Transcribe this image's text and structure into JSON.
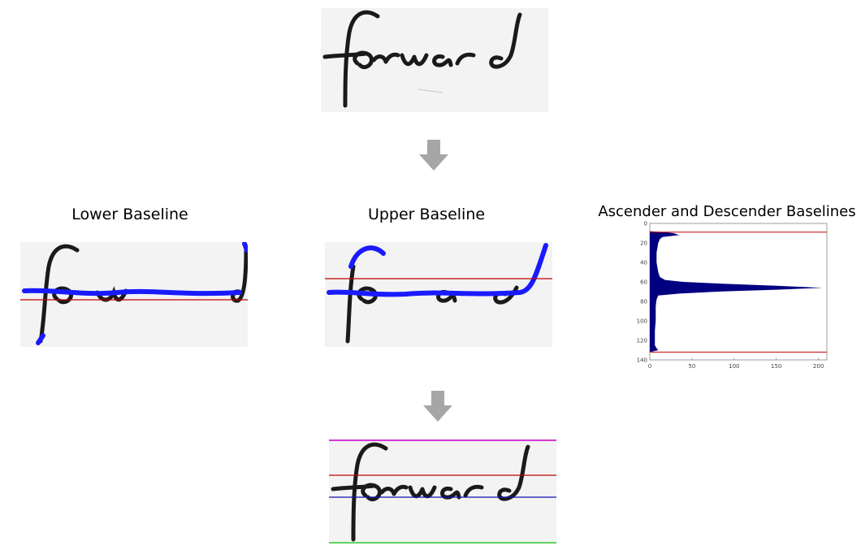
{
  "word": "forward",
  "captions": {
    "lower": "Lower Baseline",
    "upper": "Upper Baseline",
    "ascdesc": "Ascender and Descender Baselines"
  },
  "colors": {
    "ink": "#1a1a1a",
    "paper": "#f3f3f3",
    "arrow": "#a6a6a6",
    "baseline_red": "#c00000",
    "stroke_blue": "#1a1aff",
    "mid_blue": "#1010b0",
    "ascender_magenta": "#cc00cc",
    "descender_green": "#33cc33",
    "histogram_fill": "#000080"
  },
  "chart_data": {
    "type": "area",
    "orientation": "horizontal",
    "x_ticks": [
      0,
      50,
      100,
      150,
      200
    ],
    "y_ticks": [
      0,
      20,
      40,
      60,
      80,
      100,
      120,
      140
    ],
    "xlim": [
      0,
      210
    ],
    "ylim": [
      0,
      140
    ],
    "y_inverted": true,
    "grid": false,
    "profile": [
      [
        8,
        0
      ],
      [
        9,
        18
      ],
      [
        10,
        28
      ],
      [
        12,
        35
      ],
      [
        14,
        15
      ],
      [
        16,
        12
      ],
      [
        20,
        10
      ],
      [
        25,
        9
      ],
      [
        30,
        8
      ],
      [
        35,
        8
      ],
      [
        40,
        8
      ],
      [
        45,
        9
      ],
      [
        50,
        10
      ],
      [
        55,
        12
      ],
      [
        58,
        18
      ],
      [
        60,
        40
      ],
      [
        62,
        90
      ],
      [
        64,
        150
      ],
      [
        66,
        205
      ],
      [
        68,
        150
      ],
      [
        70,
        80
      ],
      [
        72,
        35
      ],
      [
        74,
        10
      ],
      [
        78,
        8
      ],
      [
        85,
        7
      ],
      [
        90,
        7
      ],
      [
        100,
        7
      ],
      [
        110,
        6
      ],
      [
        120,
        6
      ],
      [
        125,
        6
      ],
      [
        128,
        8
      ],
      [
        130,
        10
      ],
      [
        132,
        0
      ]
    ],
    "lines": [
      9,
      132
    ]
  }
}
